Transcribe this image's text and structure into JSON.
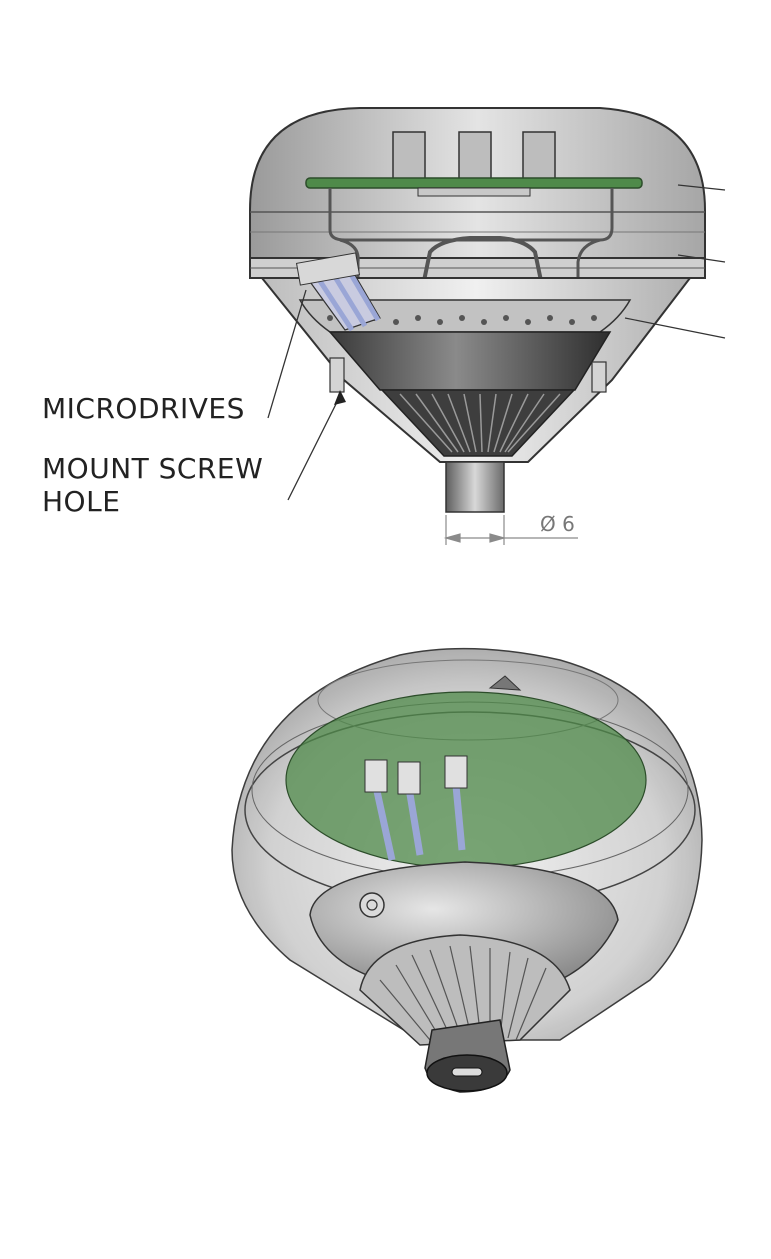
{
  "labels": {
    "microdrives": "MICRODRIVES",
    "mount_screw_line1": "MOUNT SCREW",
    "mount_screw_line2": "HOLE",
    "diameter": "Ø 6"
  },
  "colors": {
    "pcb_green": "#4f8a4a",
    "pcb_dark_green": "#3d6b3a",
    "housing_grey": "#b8b8b8",
    "cone_dark": "#4a4a4a",
    "microdrive_blue": "#9aa6d6",
    "line": "#333333"
  }
}
